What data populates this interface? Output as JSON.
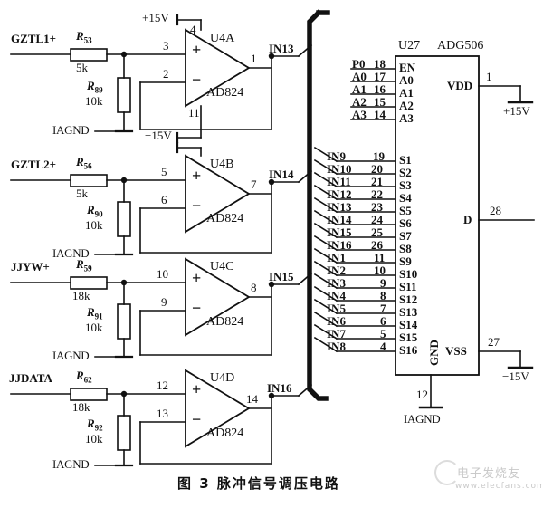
{
  "figure": {
    "caption": "图 3  脉冲信号调压电路",
    "watermark_cn": "电子发烧友",
    "watermark_url": "www.elecfans.com"
  },
  "opamp_stages": [
    {
      "input_signal": "GZTL1+",
      "series_resistor": {
        "ref": "R",
        "sub": "53",
        "value": "5k"
      },
      "shunt_resistor": {
        "ref": "R",
        "sub": "89",
        "value": "10k"
      },
      "ground": "IAGND",
      "amp_name": "U4A",
      "amp_part": "AD824",
      "pin_plus": "3",
      "pin_minus": "2",
      "pin_out": "1",
      "pin_vpos": "4",
      "pin_vneg": "11",
      "rail_pos": "+15V",
      "rail_neg": "−15V",
      "output_node": "IN13"
    },
    {
      "input_signal": "GZTL2+",
      "series_resistor": {
        "ref": "R",
        "sub": "56",
        "value": "5k"
      },
      "shunt_resistor": {
        "ref": "R",
        "sub": "90",
        "value": "10k"
      },
      "ground": "IAGND",
      "amp_name": "U4B",
      "amp_part": "AD824",
      "pin_plus": "5",
      "pin_minus": "6",
      "pin_out": "7",
      "output_node": "IN14"
    },
    {
      "input_signal": "JJYW+",
      "series_resistor": {
        "ref": "R",
        "sub": "59",
        "value": "18k"
      },
      "shunt_resistor": {
        "ref": "R",
        "sub": "91",
        "value": "10k"
      },
      "ground": "IAGND",
      "amp_name": "U4C",
      "amp_part": "AD824",
      "pin_plus": "10",
      "pin_minus": "9",
      "pin_out": "8",
      "output_node": "IN15"
    },
    {
      "input_signal": "JJDATA",
      "series_resistor": {
        "ref": "R",
        "sub": "62",
        "value": "18k"
      },
      "shunt_resistor": {
        "ref": "R",
        "sub": "92",
        "value": "10k"
      },
      "ground": "IAGND",
      "amp_name": "U4D",
      "amp_part": "AD824",
      "pin_plus": "12",
      "pin_minus": "13",
      "pin_out": "14",
      "output_node": "IN16"
    }
  ],
  "mux": {
    "designator": "U27",
    "part": "ADG506",
    "control_inputs": [
      {
        "net": "P0",
        "pin": "18",
        "port": "EN"
      },
      {
        "net": "A0",
        "pin": "17",
        "port": "A0"
      },
      {
        "net": "A1",
        "pin": "16",
        "port": "A1"
      },
      {
        "net": "A2",
        "pin": "15",
        "port": "A2"
      },
      {
        "net": "A3",
        "pin": "14",
        "port": "A3"
      }
    ],
    "signal_inputs": [
      {
        "net": "IN9",
        "pin": "19",
        "port": "S1"
      },
      {
        "net": "IN10",
        "pin": "20",
        "port": "S2"
      },
      {
        "net": "IN11",
        "pin": "21",
        "port": "S3"
      },
      {
        "net": "IN12",
        "pin": "22",
        "port": "S4"
      },
      {
        "net": "IN13",
        "pin": "23",
        "port": "S5"
      },
      {
        "net": "IN14",
        "pin": "24",
        "port": "S6"
      },
      {
        "net": "IN15",
        "pin": "25",
        "port": "S7"
      },
      {
        "net": "IN16",
        "pin": "26",
        "port": "S8"
      },
      {
        "net": "IN1",
        "pin": "11",
        "port": "S9"
      },
      {
        "net": "IN2",
        "pin": "10",
        "port": "S10"
      },
      {
        "net": "IN3",
        "pin": "9",
        "port": "S11"
      },
      {
        "net": "IN4",
        "pin": "8",
        "port": "S12"
      },
      {
        "net": "IN5",
        "pin": "7",
        "port": "S13"
      },
      {
        "net": "IN6",
        "pin": "6",
        "port": "S14"
      },
      {
        "net": "IN7",
        "pin": "5",
        "port": "S15"
      },
      {
        "net": "IN8",
        "pin": "4",
        "port": "S16"
      }
    ],
    "power": {
      "vdd_port": "VDD",
      "vdd_pin": "1",
      "vdd_rail": "+15V",
      "vss_port": "VSS",
      "vss_pin": "27",
      "vss_rail": "−15V",
      "gnd_port": "GND",
      "gnd_pin": "12",
      "gnd_net": "IAGND",
      "out_port": "D",
      "out_pin": "28"
    }
  }
}
